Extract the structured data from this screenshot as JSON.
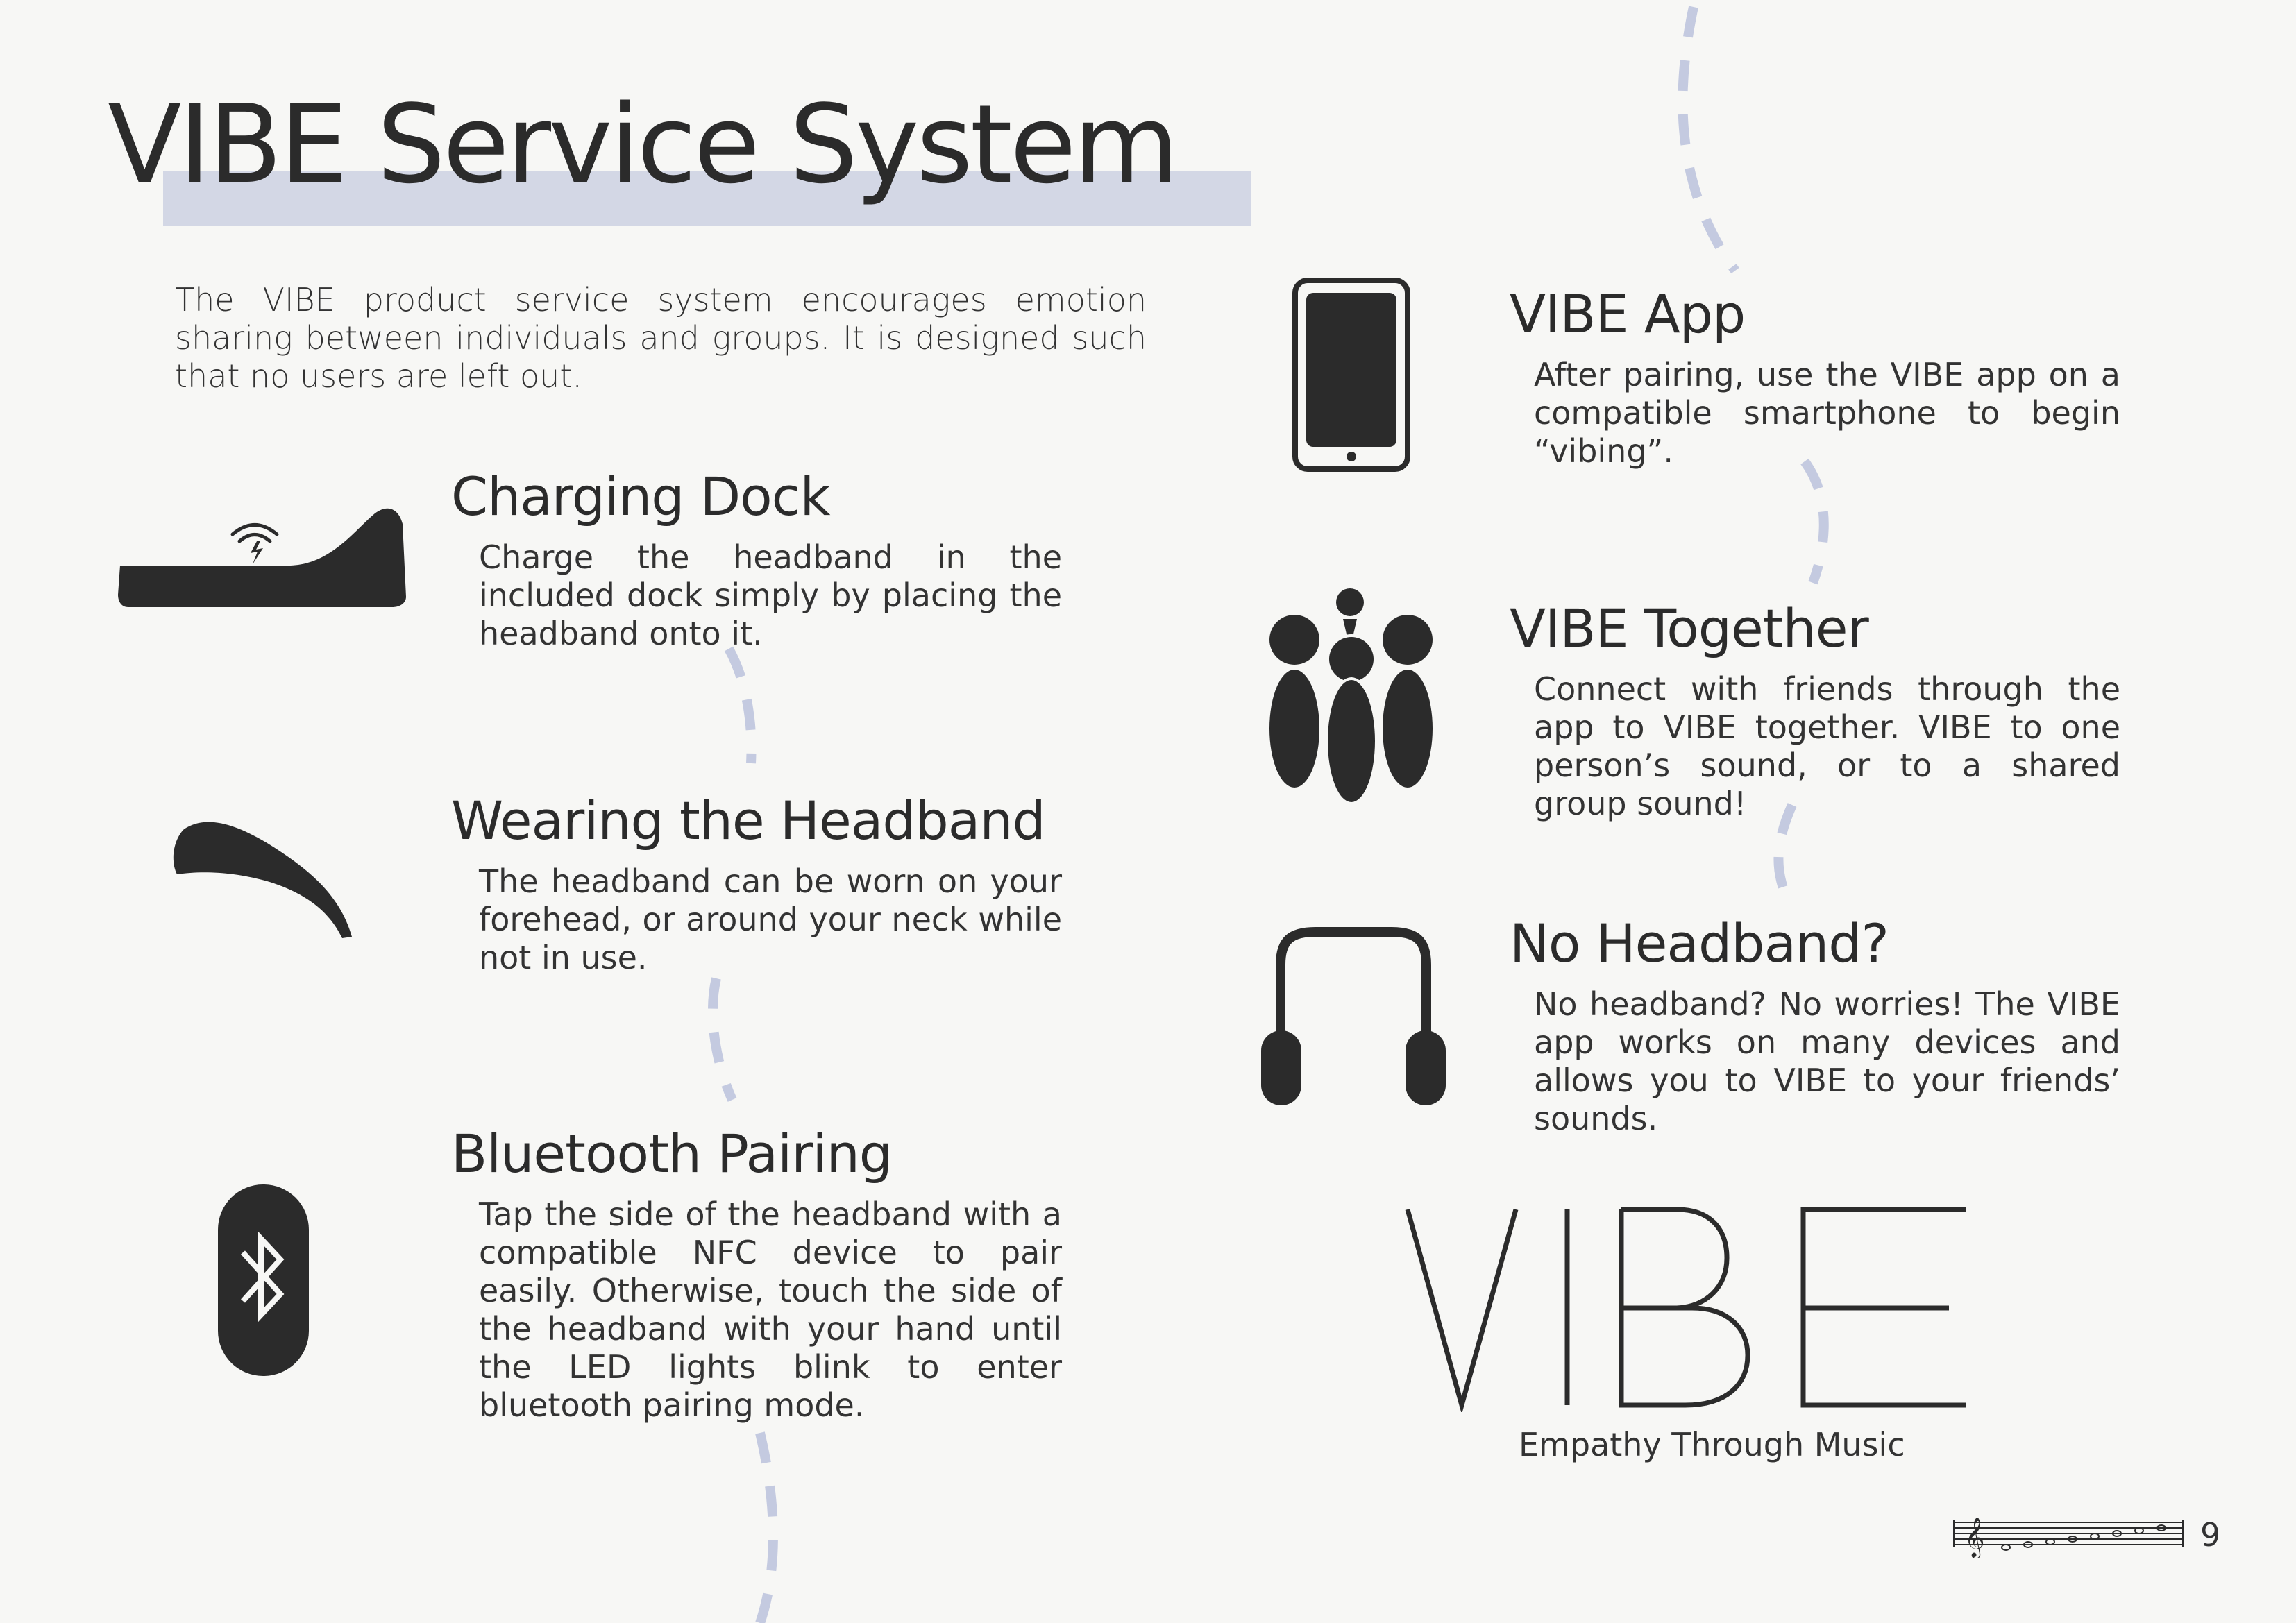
{
  "page": {
    "title": "VIBE Service System",
    "intro": "The VIBE product service system encourages emotion sharing between individuals and groups. It is designed such that no users are left out.",
    "page_number": "9"
  },
  "colors": {
    "accent": "#c4cae0",
    "ink": "#2b2b2b",
    "background": "#f7f7f5"
  },
  "sections": [
    {
      "icon": "charging-dock-icon",
      "heading": "Charging Dock",
      "text": "Charge the headband in the included dock simply by placing the headband onto it."
    },
    {
      "icon": "headband-icon",
      "heading": "Wearing the Headband",
      "text": "The headband can be worn on your forehead, or around your neck while not in use."
    },
    {
      "icon": "bluetooth-icon",
      "heading": "Bluetooth Pairing",
      "text": "Tap the side of the headband with a compatible NFC device to pair easily. Otherwise, touch the side of the headband with your hand until the LED lights blink to enter bluetooth pairing mode."
    },
    {
      "icon": "smartphone-icon",
      "heading": "VIBE App",
      "text": "After pairing, use the VIBE app on a compatible smartphone to begin “vibing”."
    },
    {
      "icon": "group-icon",
      "heading": "VIBE Together",
      "text": "Connect with friends through the app to VIBE together. VIBE to one person’s sound, or to a shared group sound!"
    },
    {
      "icon": "headphones-icon",
      "heading": "No Headband?",
      "text": "No headband? No worries! The VIBE app works on many devices and allows you to VIBE to your friends’ sounds."
    }
  ],
  "logo": {
    "wordmark": "VIBE",
    "tagline": "Empathy Through Music"
  }
}
